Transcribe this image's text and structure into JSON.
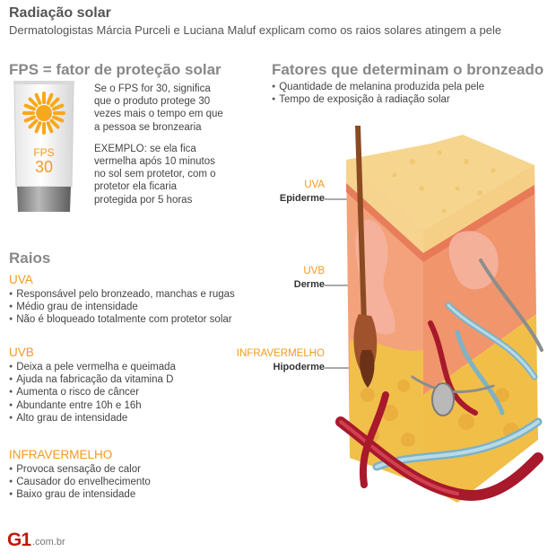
{
  "header": {
    "title": "Radiação solar",
    "subtitle": "Dermatologistas Márcia Purceli e Luciana Maluf explicam como os raios solares atingem a pele"
  },
  "fps": {
    "heading_prefix": "FPS",
    "heading_rest": " = fator de proteção solar",
    "bottle_label": "FPS",
    "bottle_number": "30",
    "paragraph1": [
      "Se o FPS for 30, significa",
      "que o produto protege 30",
      "vezes mais o tempo em que",
      "a pessoa se bronzearia"
    ],
    "paragraph2": [
      "EXEMPLO: se ela fica",
      "vermelha após 10 minutos",
      "no sol sem protetor, com o",
      "protetor ela ficaria",
      "protegida por 5 horas"
    ]
  },
  "factors": {
    "heading": "Fatores que determinam o bronzeado",
    "items": [
      "Quantidade de melanina produzida pela pele",
      "Tempo de exposição à radiação solar"
    ]
  },
  "rays": {
    "heading": "Raios",
    "uva": {
      "name": "UVA",
      "items": [
        "Responsável pelo bronzeado, manchas e rugas",
        "Médio grau de intensidade",
        "Não é bloqueado totalmente com protetor solar"
      ]
    },
    "uvb": {
      "name": "UVB",
      "items": [
        "Deixa a pele vermelha e queimada",
        "Ajuda na fabricação da vitamina D",
        "Aumenta o risco de câncer",
        "Abundante entre 10h e 16h",
        "Alto grau de intensidade"
      ]
    },
    "ir": {
      "name": "INFRAVERMELHO",
      "items": [
        "Provoca sensação de calor",
        "Causador do envelhecimento",
        "Baixo grau de intensidade"
      ]
    }
  },
  "diagram": {
    "labels": [
      {
        "ray": "UVA",
        "layer": "Epiderme"
      },
      {
        "ray": "UVB",
        "layer": "Derme"
      },
      {
        "ray": "INFRAVERMELHO",
        "layer": "Hipoderme"
      }
    ]
  },
  "footer": {
    "logo": "G1",
    "domain": ".com.br"
  },
  "colors": {
    "accent_orange": "#f29a1f",
    "logo_red": "#c4170c",
    "epidermis": "#f6d48f",
    "dermis": "#f3a07a",
    "hypodermis": "#f2c24d",
    "vein_blue": "#8fbfd0",
    "artery_red": "#a8192c"
  }
}
